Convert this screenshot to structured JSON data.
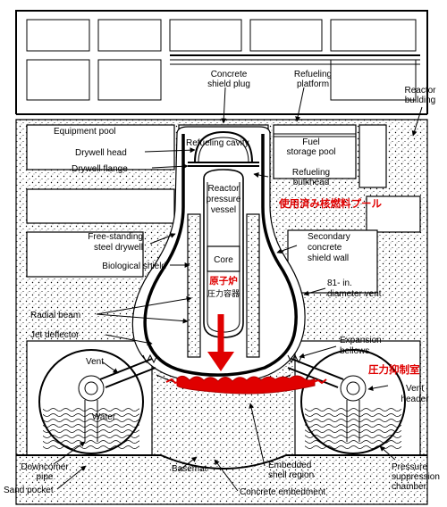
{
  "labels": {
    "concrete_shield_plug": [
      "Concrete",
      "shield plug"
    ],
    "refueling_platform": [
      "Refueling",
      "platform"
    ],
    "reactor_building": [
      "Reactor",
      "building"
    ],
    "equipment_pool": "Equipment pool",
    "drywell_head": "Drywell head",
    "drywell_flange": "Drywell flange",
    "refueling_cavity": "Refueling cavity",
    "fuel_storage_pool": [
      "Fuel",
      "storage pool"
    ],
    "refueling_bulkhead": [
      "Refueling",
      "bulkhead"
    ],
    "reactor_pressure_vessel": [
      "Reactor",
      "pressure",
      "vessel"
    ],
    "spent_fuel_pool_jp": "使用済み核燃料プール",
    "freestanding_drywell": [
      "Free-standing",
      "steel drywell"
    ],
    "secondary_shield_wall": [
      "Secondary",
      "concrete",
      "shield wall"
    ],
    "biological_shield": "Biological shield",
    "core": "Core",
    "reactor_jp": "原子炉",
    "pressure_vessel_jp": "圧力容器",
    "vent_81": [
      "81- in.",
      "diameter vent"
    ],
    "radial_beam": "Radial beam",
    "jet_deflector": "Jet deflector",
    "expansion_bellows": [
      "Expansion",
      "bellows"
    ],
    "vent": "Vent",
    "suppression_chamber_jp": "圧力抑制室",
    "vent_header": [
      "Vent",
      "header"
    ],
    "water": "Water",
    "downcomer_pipe": [
      "Downcomer",
      "pipe"
    ],
    "basemat": "Basemat",
    "embedded_shell_region": [
      "Embedded",
      "shell region"
    ],
    "pressure_suppression_chamber": [
      "Pressure",
      "suppression",
      "chamber"
    ],
    "sand_pocket": "Sand pocket",
    "concrete_embedment": "Concrete embedment"
  },
  "colors": {
    "annotation_red": "#e00000",
    "line": "#000000",
    "background": "#ffffff"
  }
}
